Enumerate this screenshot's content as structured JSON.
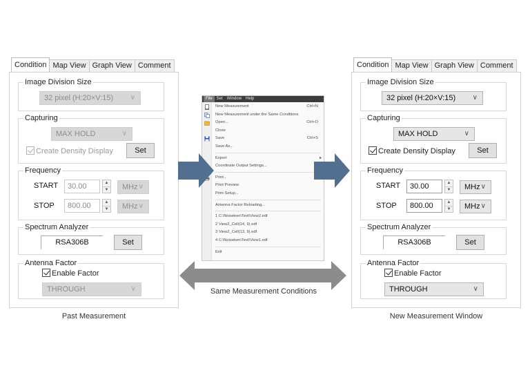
{
  "colors": {
    "arrow_blue": "#536f8f",
    "arrow_gray": "#8c8c8c",
    "menubar": "#3c3c3c"
  },
  "tabs": [
    "Condition",
    "Map View",
    "Graph View",
    "Comment"
  ],
  "past": {
    "caption": "Past Measurement",
    "image_division": {
      "title": "Image Division Size",
      "value": "32 pixel (H:20×V:15)"
    },
    "capturing": {
      "title": "Capturing",
      "mode": "MAX HOLD",
      "density_label": "Create Density Display",
      "set_label": "Set"
    },
    "frequency": {
      "title": "Frequency",
      "start_label": "START",
      "start_value": "30.00",
      "start_unit": "MHz",
      "stop_label": "STOP",
      "stop_value": "800.00",
      "stop_unit": "MHz"
    },
    "spectrum": {
      "title": "Spectrum Analyzer",
      "device": "RSA306B",
      "set_label": "Set"
    },
    "antenna": {
      "title": "Antenna Factor",
      "enable_label": "Enable Factor",
      "factor": "THROUGH"
    }
  },
  "new": {
    "caption": "New Measurement Window",
    "image_division": {
      "title": "Image Division Size",
      "value": "32 pixel (H:20×V:15)"
    },
    "capturing": {
      "title": "Capturing",
      "mode": "MAX HOLD",
      "density_label": "Create Density Display",
      "set_label": "Set"
    },
    "frequency": {
      "title": "Frequency",
      "start_label": "START",
      "start_value": "30.00",
      "start_unit": "MHz",
      "stop_label": "STOP",
      "stop_value": "800.00",
      "stop_unit": "MHz"
    },
    "spectrum": {
      "title": "Spectrum Analyzer",
      "device": "RSA306B",
      "set_label": "Set"
    },
    "antenna": {
      "title": "Antenna Factor",
      "enable_label": "Enable Factor",
      "factor": "THROUGH"
    }
  },
  "menu": {
    "menubar": [
      "File",
      "Set",
      "Window",
      "Help"
    ],
    "items": {
      "new_measurement": {
        "label": "New Measurement",
        "shortcut": "Ctrl+N"
      },
      "new_same": {
        "label": "New Measurement under the Same Conditions"
      },
      "open": {
        "label": "Open...",
        "shortcut": "Ctrl+O"
      },
      "close": {
        "label": "Close"
      },
      "save": {
        "label": "Save",
        "shortcut": "Ctrl+S"
      },
      "save_as": {
        "label": "Save As..."
      },
      "export": {
        "label": "Export",
        "submenu": "▸"
      },
      "coord_output": {
        "label": "Coordinate Output Settings..."
      },
      "print": {
        "label": "Print..."
      },
      "print_preview": {
        "label": "Print Preview"
      },
      "print_setup": {
        "label": "Print Setup..."
      },
      "antenna_reload": {
        "label": "Antenna Factor Reloading..."
      },
      "recent1": {
        "label": "1 C:\\Noiseken\\Test\\View2.edf"
      },
      "recent2": {
        "label": "2 View2_Cell(14, 9).edf"
      },
      "recent3": {
        "label": "3 View2_Cell(13, 9).edf"
      },
      "recent4": {
        "label": "4 C:\\Noiseken\\Test\\View1.edf"
      },
      "exit": {
        "label": "Exit"
      }
    }
  },
  "icons": {
    "chevron": "∨",
    "spin_up": "▲",
    "spin_down": "▼"
  },
  "annotation": {
    "same_conditions": "Same Measurement Conditions"
  }
}
